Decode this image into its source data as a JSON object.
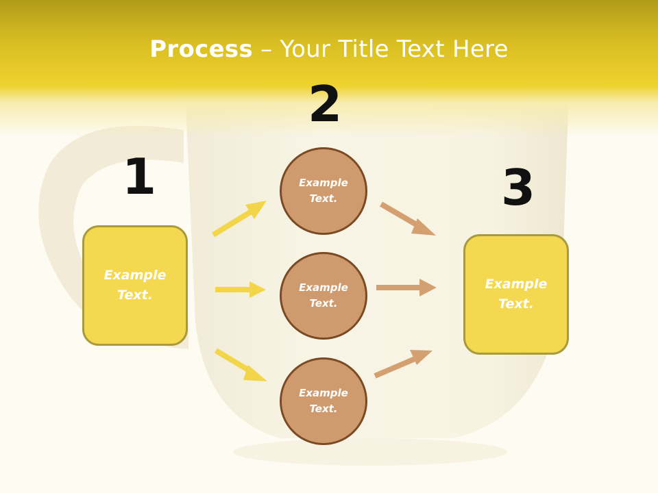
{
  "title": {
    "bold": "Process",
    "rest": " – Your Title Text Here"
  },
  "steps": {
    "one": "1",
    "two": "2",
    "three": "3"
  },
  "left_box": {
    "text": "Example\nText."
  },
  "circles": [
    {
      "text": "Example\nText."
    },
    {
      "text": "Example\nText."
    },
    {
      "text": "Example\nText."
    }
  ],
  "right_box": {
    "text": "Example\nText."
  },
  "colors": {
    "yellow": "#f4d850",
    "brown": "#cf9b6e",
    "header": "#eed22e"
  }
}
